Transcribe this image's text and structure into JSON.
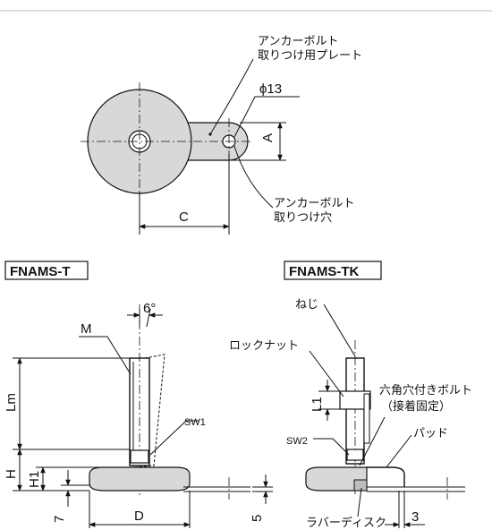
{
  "top_view": {
    "plate_label_line1": "アンカーボルト",
    "plate_label_line2": "取りつけ用プレート",
    "hole_dia": "ϕ13",
    "dim_a": "A",
    "dim_c": "C",
    "hole_label_line1": "アンカーボルト",
    "hole_label_line2": "取りつけ穴"
  },
  "model_t": {
    "name": "FNAMS-T",
    "angle": "6°",
    "thread": "M",
    "dim_lm": "Lm",
    "washer": "SW1",
    "dim_h": "H",
    "dim_h1": "H1",
    "dim_7": "7",
    "dim_d": "D",
    "dim_5": "5"
  },
  "model_tk": {
    "name": "FNAMS-TK",
    "screw": "ねじ",
    "locknut": "ロックナット",
    "dim_l1": "L1",
    "washer": "SW2",
    "hex_bolt_line1": "六角穴付きボルト",
    "hex_bolt_line2": "（接着固定）",
    "pad": "パッド",
    "rubber": "ラバーディスク",
    "dim_3": "3"
  }
}
